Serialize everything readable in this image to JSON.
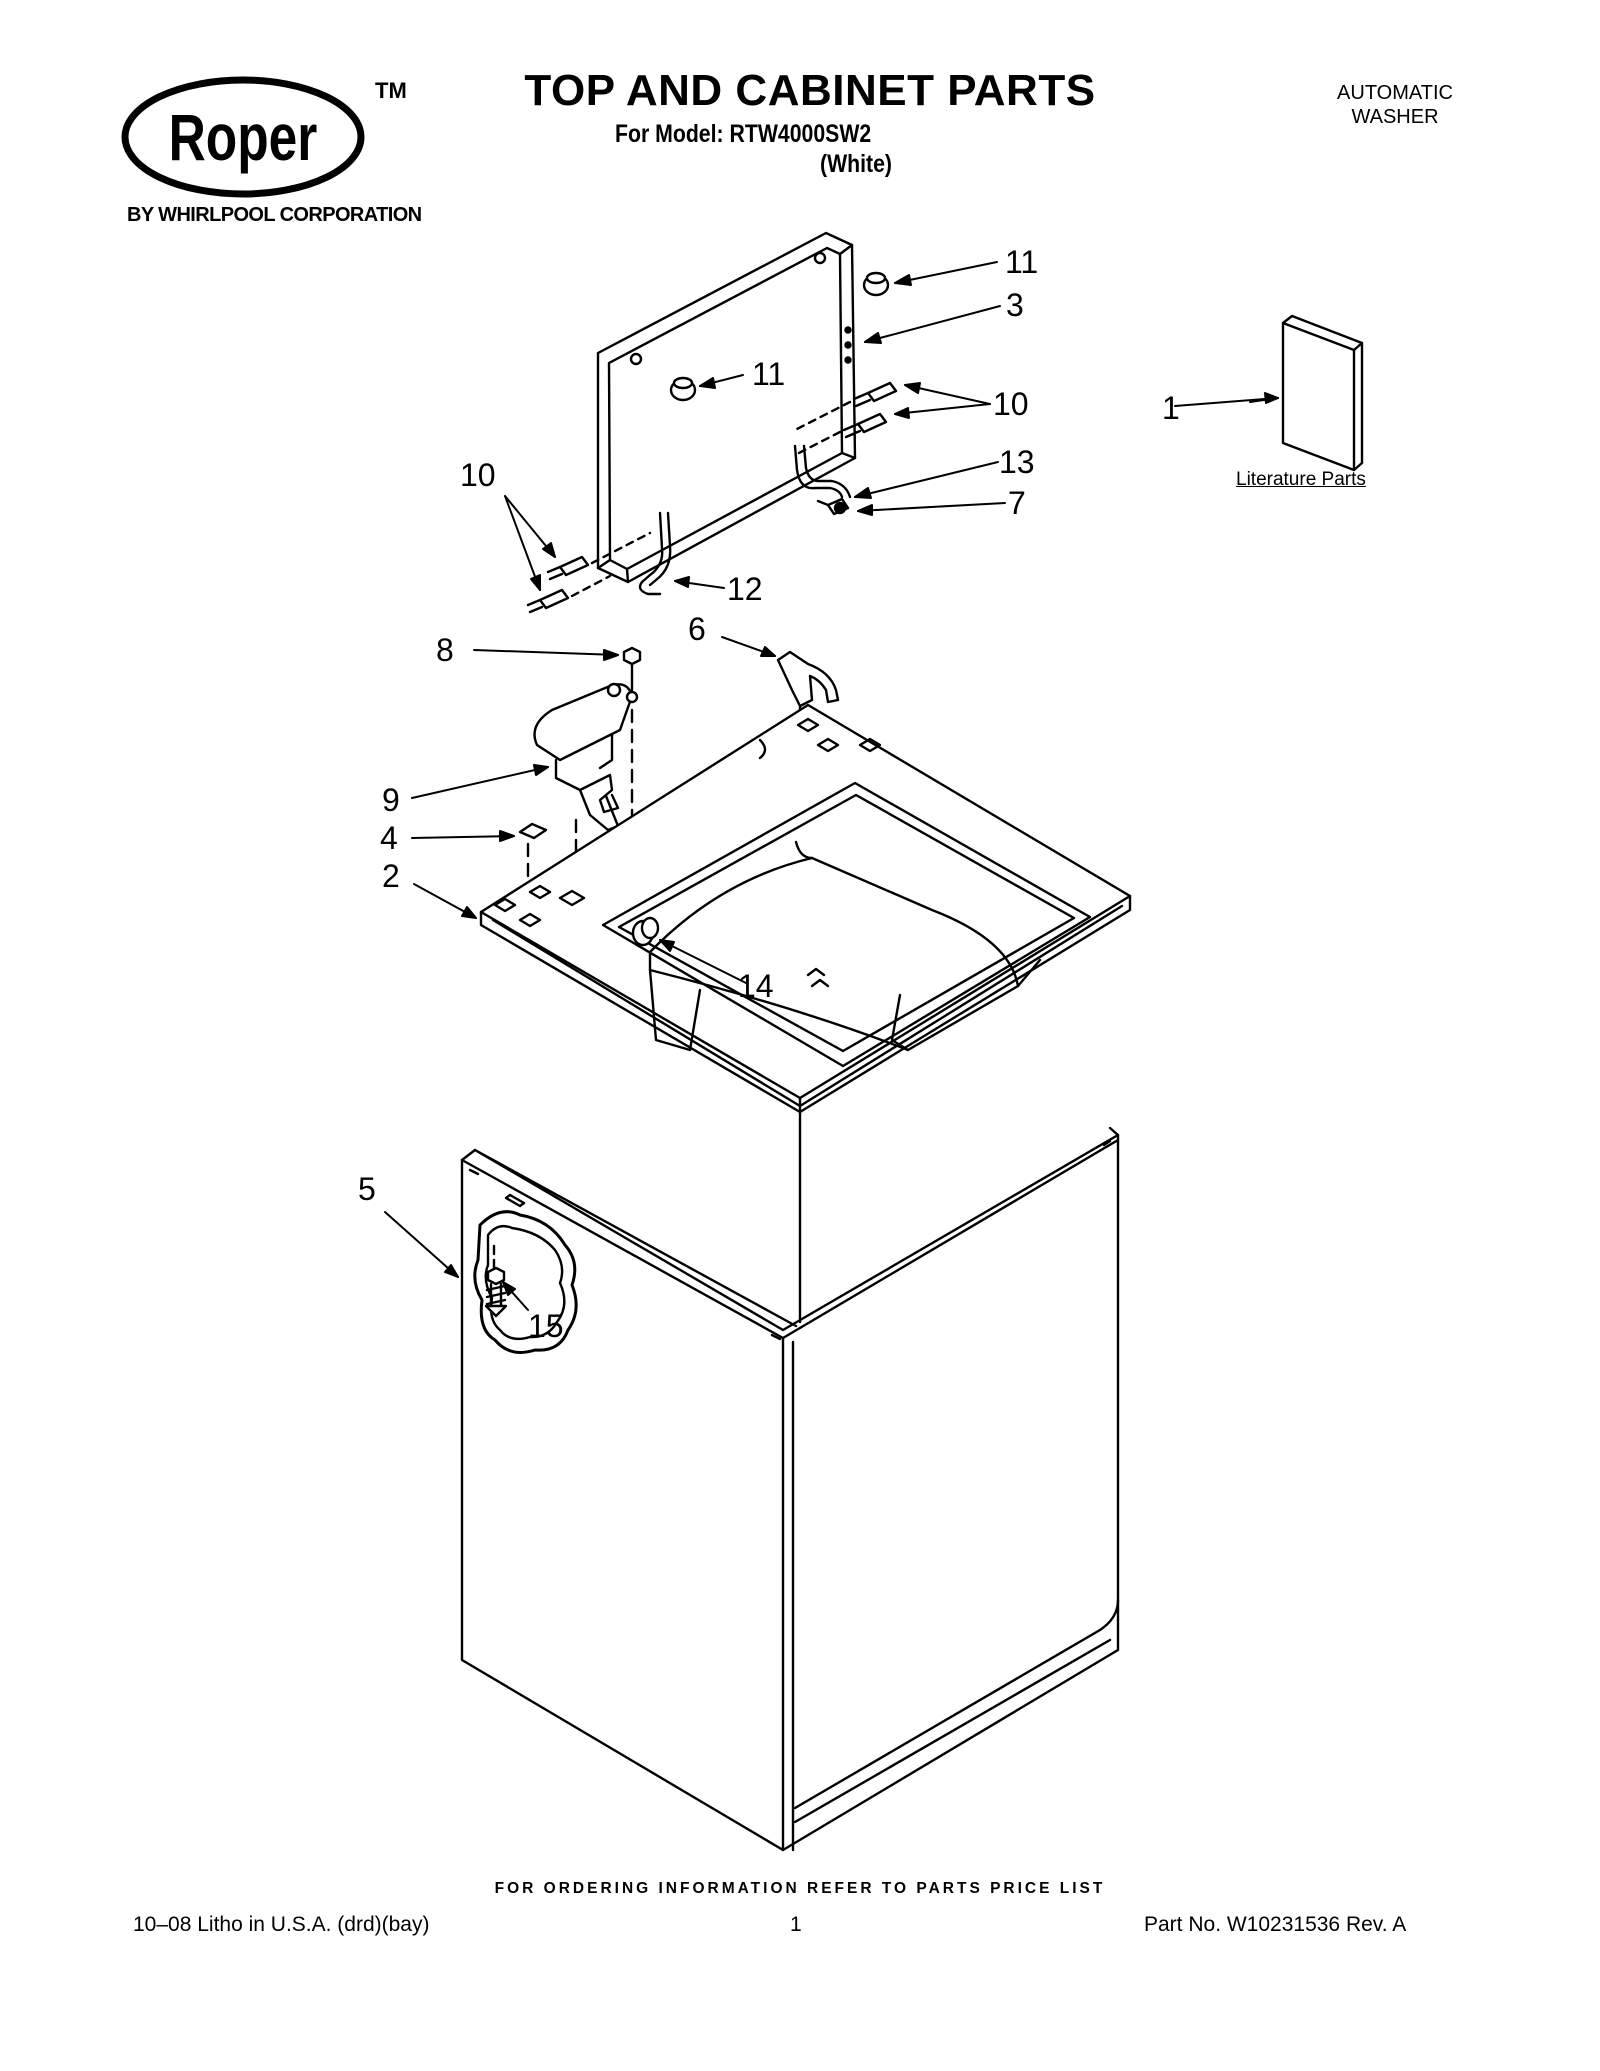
{
  "header": {
    "brand": "Roper",
    "trademark": "TM",
    "byline": "BY WHIRLPOOL CORPORATION",
    "title": "TOP AND CABINET PARTS",
    "model_line": "For Model: RTW4000SW2",
    "color_line": "(White)",
    "product_line1": "AUTOMATIC",
    "product_line2": "WASHER"
  },
  "diagram": {
    "callouts": [
      "1",
      "2",
      "3",
      "4",
      "5",
      "6",
      "7",
      "8",
      "9",
      "10",
      "10",
      "11",
      "11",
      "12",
      "13",
      "14",
      "15"
    ],
    "literature_label": "Literature Parts"
  },
  "footer": {
    "ordering_note": "FOR ORDERING INFORMATION REFER TO PARTS PRICE LIST",
    "litho": "10–08 Litho in U.S.A. (drd)(bay)",
    "page": "1",
    "part_no": "Part No. W10231536 Rev. A"
  }
}
